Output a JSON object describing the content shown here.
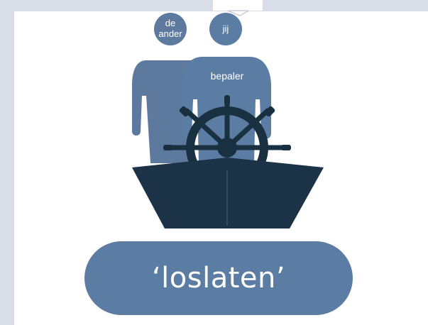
{
  "figures": {
    "other_label": "de ander",
    "other_label_line1": "de",
    "other_label_line2": "ander",
    "you_label": "jij",
    "body_label": "bepaler"
  },
  "caption": {
    "text": "‘loslaten’"
  },
  "colors": {
    "figure_front": "#5b7ca3",
    "figure_back": "#5d7a9e",
    "boat": "#1c3347",
    "wheel": "#18303f",
    "frame": "#d8dde8",
    "pill": "#5b7ca3"
  },
  "icons": [
    "person-icon",
    "ship-wheel-icon",
    "boat-icon",
    "speech-pointer-icon"
  ]
}
